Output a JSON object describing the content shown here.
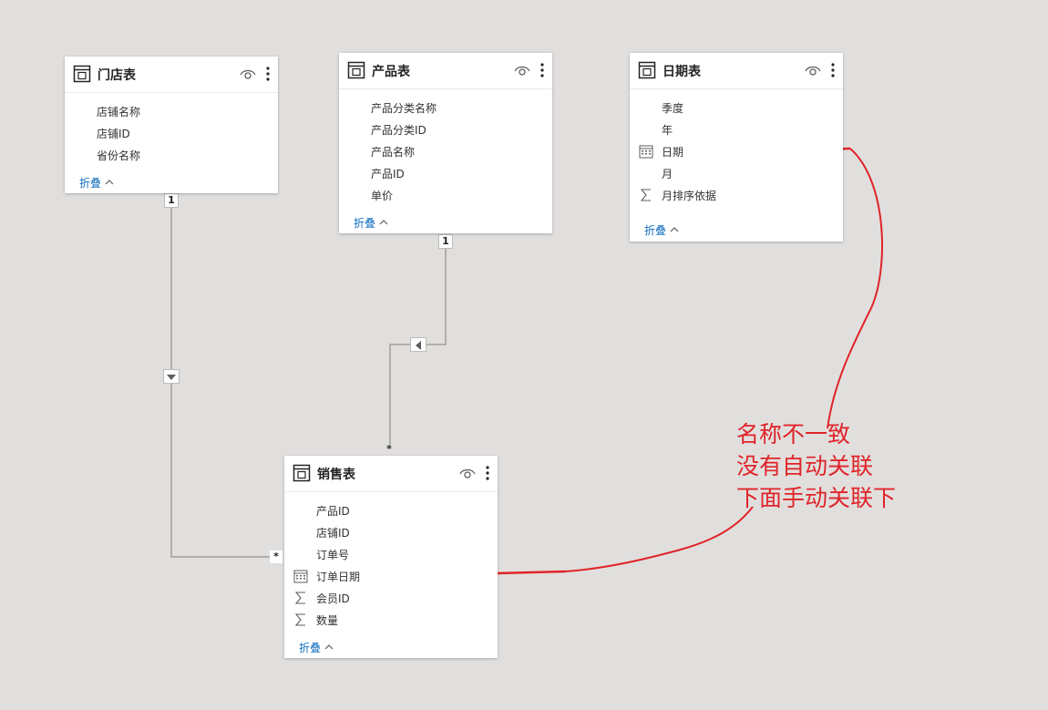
{
  "tables": [
    {
      "id": "store",
      "title": "门店表",
      "fields": [
        {
          "label": "店铺名称",
          "icon": ""
        },
        {
          "label": "店铺ID",
          "icon": ""
        },
        {
          "label": "省份名称",
          "icon": ""
        }
      ],
      "collapse_label": "折叠"
    },
    {
      "id": "product",
      "title": "产品表",
      "fields": [
        {
          "label": "产品分类名称",
          "icon": ""
        },
        {
          "label": "产品分类ID",
          "icon": ""
        },
        {
          "label": "产品名称",
          "icon": ""
        },
        {
          "label": "产品ID",
          "icon": ""
        },
        {
          "label": "单价",
          "icon": ""
        }
      ],
      "collapse_label": "折叠"
    },
    {
      "id": "date",
      "title": "日期表",
      "fields": [
        {
          "label": "季度",
          "icon": ""
        },
        {
          "label": "年",
          "icon": ""
        },
        {
          "label": "日期",
          "icon": "calendar-icon"
        },
        {
          "label": "月",
          "icon": ""
        },
        {
          "label": "月排序依据",
          "icon": "sigma-icon"
        }
      ],
      "collapse_label": "折叠"
    },
    {
      "id": "sales",
      "title": "销售表",
      "fields": [
        {
          "label": "产品ID",
          "icon": ""
        },
        {
          "label": "店铺ID",
          "icon": ""
        },
        {
          "label": "订单号",
          "icon": ""
        },
        {
          "label": "订单日期",
          "icon": "calendar-icon"
        },
        {
          "label": "会员ID",
          "icon": "sigma-icon"
        },
        {
          "label": "数量",
          "icon": "sigma-icon"
        }
      ],
      "collapse_label": "折叠"
    }
  ],
  "relationships": [
    {
      "from": "store",
      "to": "sales",
      "one_label": "1",
      "many_label": "*"
    },
    {
      "from": "product",
      "to": "sales",
      "one_label": "1",
      "many_label": "*"
    }
  ],
  "annotation": {
    "lines": [
      "名称不一致",
      "没有自动关联",
      "下面手动关联下"
    ],
    "color": "#e0242a"
  },
  "colors": {
    "canvas": "#e1dfdd",
    "link": "#106ebe",
    "relationship_line": "#a19f9d"
  }
}
